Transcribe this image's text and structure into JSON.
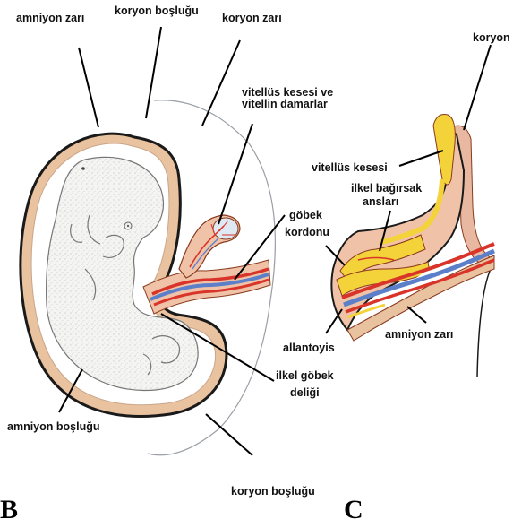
{
  "panels": {
    "b": {
      "letter": "B",
      "labels": {
        "amnion_membrane": "amniyon zarı",
        "chorionic_cavity_top": "koryon boşluğu",
        "chorion_membrane": "koryon zarı",
        "yolk_sac_line1": "vitellüs kesesi ve",
        "yolk_sac_line2": "vitellin damarlar",
        "primitive_umbilicus_line1": "ilkel göbek",
        "primitive_umbilicus_line2": "deliği",
        "amniotic_cavity": "amniyon boşluğu",
        "chorionic_cavity_bottom": "koryon boşluğu"
      }
    },
    "c": {
      "letter": "C",
      "labels": {
        "chorion": "koryon",
        "yolk_sac": "vitellüs kesesi",
        "gut_loops_line1": "ilkel bağırsak",
        "gut_loops_line2": "ansları",
        "umbilical_cord_line1": "göbek",
        "umbilical_cord_line2": "kordonu",
        "allantois": "allantoyis",
        "amnion_membrane": "amniyon zarı"
      }
    }
  },
  "colors": {
    "amnion_tan": "#e9c2a0",
    "amnion_outline": "#8a3a1e",
    "embryo": "#f3f3f1",
    "yolk": "#f4d23a",
    "artery": "#d8342a",
    "vein": "#5b7fc9",
    "cord_tissue": "#f0c3a8"
  }
}
